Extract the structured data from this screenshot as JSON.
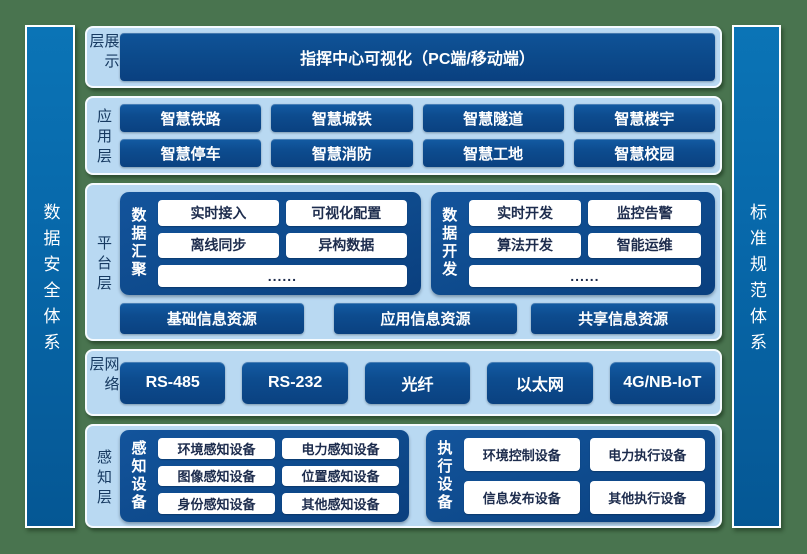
{
  "colors": {
    "background_green": "#49744f",
    "panel_light_blue": "#b9d9f2",
    "navy_button": "#0d4c8f",
    "pillar_blue": "#0767a9",
    "label_navy": "#173a61",
    "white": "#ffffff"
  },
  "sidebars": {
    "left": "数据安全体系",
    "right": "标准规范体系"
  },
  "layers": {
    "display": {
      "label": "展示层",
      "button": "指挥中心可视化（PC端/移动端）"
    },
    "application": {
      "label": "应用层",
      "buttons": [
        "智慧铁路",
        "智慧城铁",
        "智慧隧道",
        "智慧楼宇",
        "智慧停车",
        "智慧消防",
        "智慧工地",
        "智慧校园"
      ]
    },
    "platform": {
      "label": "平台层",
      "groups": [
        {
          "name": "数据汇聚",
          "buttons": [
            "实时接入",
            "可视化配置",
            "离线同步",
            "异构数据"
          ],
          "more": "......"
        },
        {
          "name": "数据开发",
          "buttons": [
            "实时开发",
            "监控告警",
            "算法开发",
            "智能运维"
          ],
          "more": "......"
        }
      ],
      "resources": [
        "基础信息资源",
        "应用信息资源",
        "共享信息资源"
      ]
    },
    "network": {
      "label": "网络层",
      "buttons": [
        "RS-485",
        "RS-232",
        "光纤",
        "以太网",
        "4G/NB-IoT"
      ]
    },
    "perception": {
      "label": "感知层",
      "groups": [
        {
          "name": "感知设备",
          "buttons": [
            "环境感知设备",
            "电力感知设备",
            "图像感知设备",
            "位置感知设备",
            "身份感知设备",
            "其他感知设备"
          ]
        },
        {
          "name": "执行设备",
          "buttons": [
            "环境控制设备",
            "电力执行设备",
            "信息发布设备",
            "其他执行设备"
          ]
        }
      ]
    }
  }
}
